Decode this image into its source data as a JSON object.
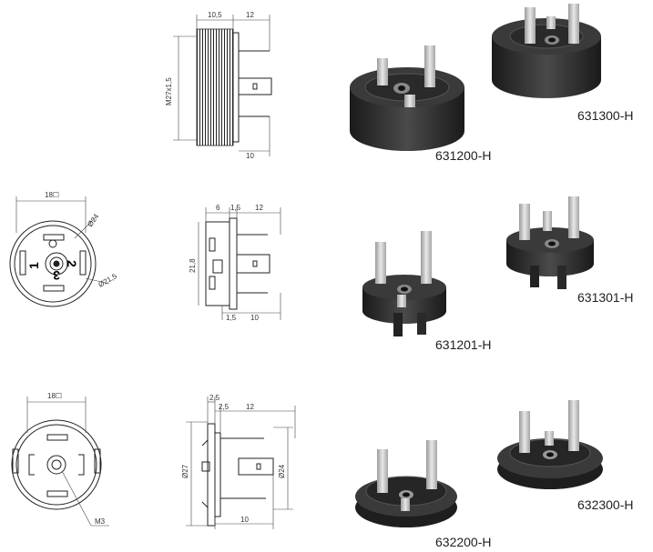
{
  "products": [
    {
      "code": "631200-H"
    },
    {
      "code": "631300-H"
    },
    {
      "code": "631201-H"
    },
    {
      "code": "631301-H"
    },
    {
      "code": "632200-H"
    },
    {
      "code": "632300-H"
    }
  ],
  "dimensions": {
    "row1": {
      "d1": "10,5",
      "d2": "12",
      "thread": "M27x1,5",
      "d3": "10"
    },
    "row2": {
      "sq": "18☐",
      "dia_outer": "Ø24",
      "dia_inner": "Ø21,5",
      "p1": "1",
      "p2": "2",
      "p3": "3",
      "d_6": "6",
      "d_15a": "1,5",
      "d_12": "12",
      "h": "21,8",
      "d_15b": "1,5",
      "d_10": "10"
    },
    "row3": {
      "sq": "18☐",
      "screw": "M3",
      "d_25a": "2,5",
      "d_25b": "2,5",
      "d_12": "12",
      "dia_27": "Ø27",
      "dia_24": "Ø24",
      "d_10": "10"
    }
  },
  "colors": {
    "part": "#2b2b2b",
    "part_light": "#555555",
    "pin": "#c9c9c9"
  }
}
